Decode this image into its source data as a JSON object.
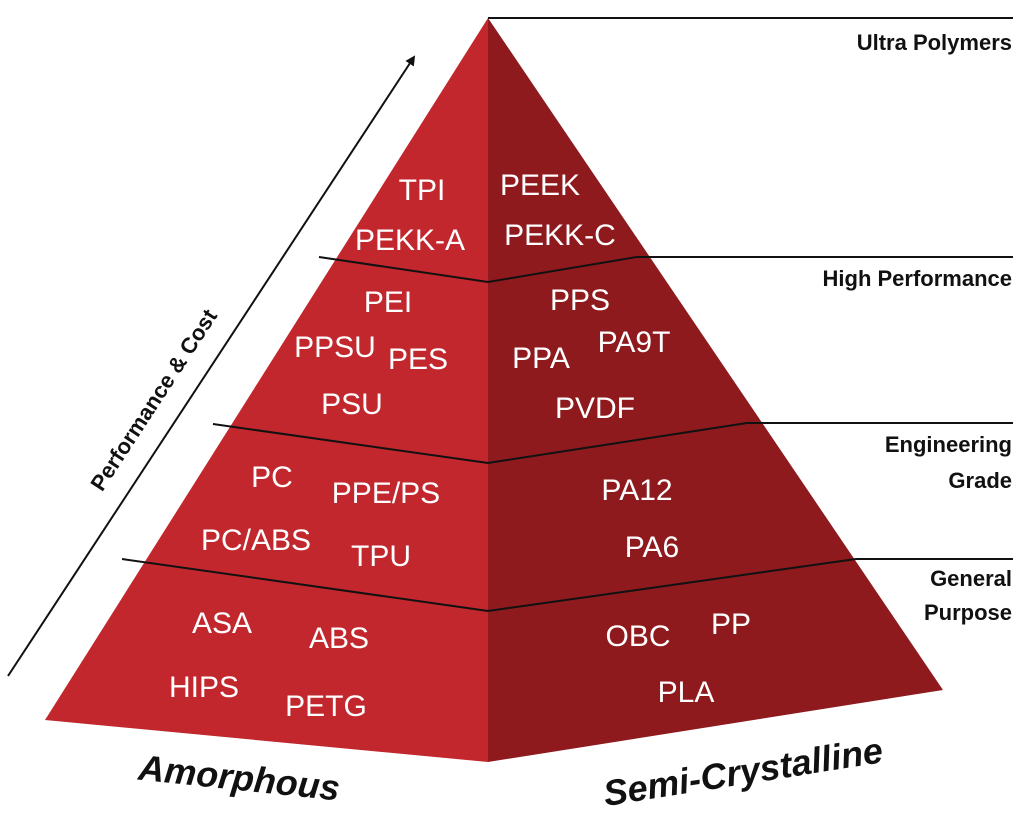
{
  "axis_label": "Performance & Cost",
  "tiers": [
    {
      "name": "Ultra Polymers",
      "amorphous": [
        "TPI",
        "PEKK-A"
      ],
      "semi_crystalline": [
        "PEEK",
        "PEKK-C"
      ]
    },
    {
      "name": "High Performance",
      "amorphous": [
        "PEI",
        "PPSU",
        "PES",
        "PSU"
      ],
      "semi_crystalline": [
        "PPS",
        "PPA",
        "PA9T",
        "PVDF"
      ]
    },
    {
      "name_lines": [
        "Engineering",
        "Grade"
      ],
      "amorphous": [
        "PC",
        "PPE/PS",
        "PC/ABS",
        "TPU"
      ],
      "semi_crystalline": [
        "PA12",
        "PA6"
      ]
    },
    {
      "name_lines": [
        "General",
        "Purpose"
      ],
      "amorphous": [
        "ASA",
        "ABS",
        "HIPS",
        "PETG"
      ],
      "semi_crystalline": [
        "OBC",
        "PP",
        "PLA"
      ]
    }
  ],
  "base_labels": {
    "left": "Amorphous",
    "right": "Semi-Crystalline"
  },
  "colors": {
    "left_face": "#c1272d",
    "right_face": "#8e1a1e",
    "lines": "#111111",
    "text_on_pyramid": "#ffffff"
  }
}
